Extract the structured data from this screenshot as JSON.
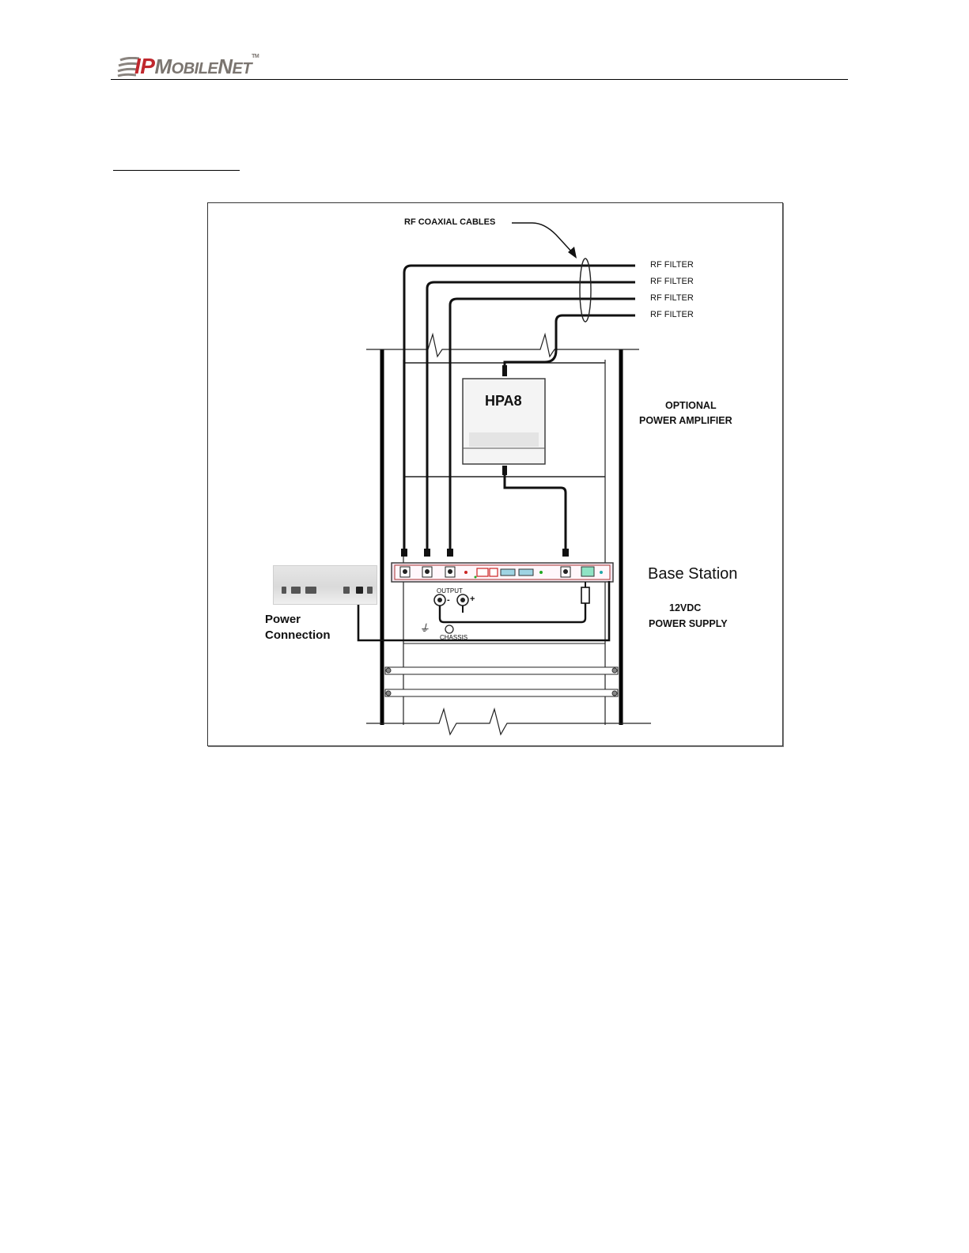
{
  "header": {
    "logo_ip": "IP",
    "logo_m": "M",
    "logo_obile": "OBILE",
    "logo_n": "N",
    "logo_et": "ET",
    "logo_tm": "TM",
    "logo_colors": {
      "ip": "#c0272d",
      "text": "#7b7570"
    }
  },
  "figure": {
    "rf_coaxial_cables": "RF COAXIAL CABLES",
    "rf_filters": [
      "RF FILTER",
      "RF FILTER",
      "RF FILTER",
      "RF FILTER"
    ],
    "hpa_label": "HPA8",
    "optional_line1": "OPTIONAL",
    "optional_line2": "POWER AMPLIFIER",
    "base_station": "Base Station",
    "power_supply_line1": "12VDC",
    "power_supply_line2": "POWER SUPPLY",
    "power_connection_line1": "Power",
    "power_connection_line2": "Connection",
    "output_label": "OUTPUT",
    "minus_label": "-",
    "plus_label": "+",
    "chassis_label": "CHASSIS"
  }
}
